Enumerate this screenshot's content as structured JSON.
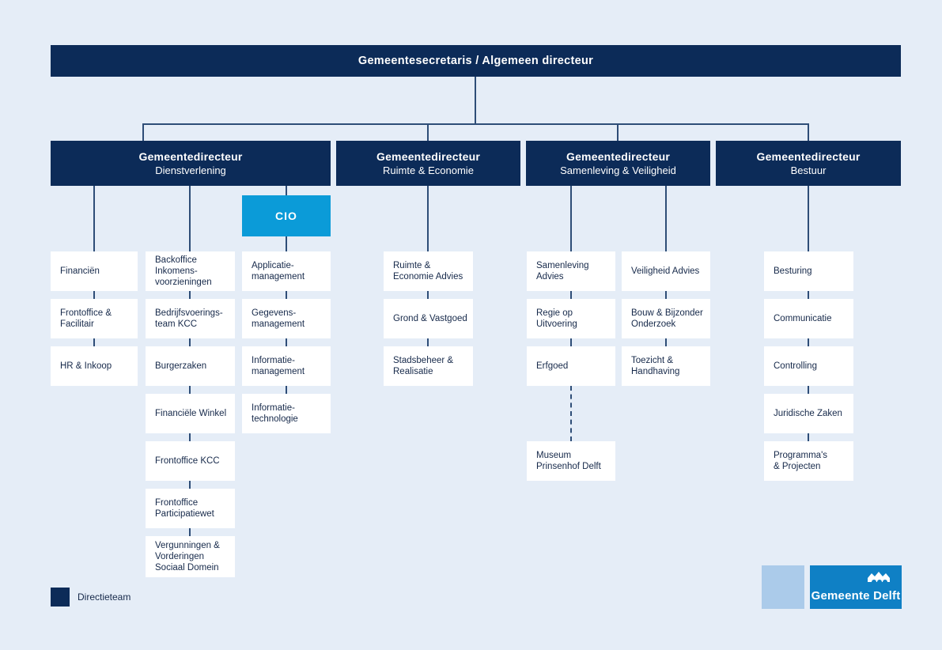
{
  "colors": {
    "background": "#e5edf7",
    "navy": "#0c2b58",
    "cio_blue": "#0b9bd8",
    "logo_blue": "#0f80c5",
    "logo_light_square": "#abcbea",
    "connector_line": "#2e4d77",
    "department_box": "#ffffff"
  },
  "root": {
    "title": "Gemeentesecretaris / Algemeen directeur"
  },
  "directors": [
    {
      "name": "Gemeentedirecteur",
      "unit": "Dienstverlening"
    },
    {
      "name": "Gemeentedirecteur",
      "unit": "Ruimte & Economie"
    },
    {
      "name": "Gemeentedirecteur",
      "unit": "Samenleving & Veiligheid"
    },
    {
      "name": "Gemeentedirecteur",
      "unit": "Bestuur"
    }
  ],
  "cio": {
    "label": "CIO"
  },
  "departments": {
    "financien": "Financiën",
    "frontoffice_facilitair": "Frontoffice &\nFacilitair",
    "hr_inkoop": "HR & Inkoop",
    "backoffice_inkomensvoorzieningen": "Backoffice\nInkomens-\nvoorzieningen",
    "bedrijfsvoeringsteam_kcc": "Bedrijfsvoerings-\nteam KCC",
    "burgerzaken": "Burgerzaken",
    "financiele_winkel": "Financiële Winkel",
    "frontoffice_kcc": "Frontoffice KCC",
    "frontoffice_participatiewet": "Frontoffice\nParticipatiewet",
    "vergunningen_vorderingen_sociaal_domein": "Vergunningen &\nVorderingen\nSociaal Domein",
    "applicatiemanagement": "Applicatie-\nmanagement",
    "gegevensmanagement": "Gegevens-\nmanagement",
    "informatiemanagement": "Informatie-\nmanagement",
    "informatietechnologie": "Informatie-\ntechnologie",
    "ruimte_economie_advies": "Ruimte &\nEconomie Advies",
    "grond_vastgoed": "Grond & Vastgoed",
    "stadsbeheer_realisatie": "Stadsbeheer &\nRealisatie",
    "samenleving_advies": "Samenleving\nAdvies",
    "regie_op_uitvoering": "Regie op\nUitvoering",
    "erfgoed": "Erfgoed",
    "museum_prinsenhof_delft": "Museum\nPrinsenhof Delft",
    "veiligheid_advies": "Veiligheid Advies",
    "bouw_bijzonder_onderzoek": "Bouw & Bijzonder\nOnderzoek",
    "toezicht_handhaving": "Toezicht &\nHandhaving",
    "besturing": "Besturing",
    "communicatie": "Communicatie",
    "controlling": "Controlling",
    "juridische_zaken": "Juridische Zaken",
    "programmas_projecten": "Programma's\n& Projecten"
  },
  "legend": {
    "label": "Directieteam"
  },
  "logo": {
    "name": "Gemeente Delft"
  }
}
